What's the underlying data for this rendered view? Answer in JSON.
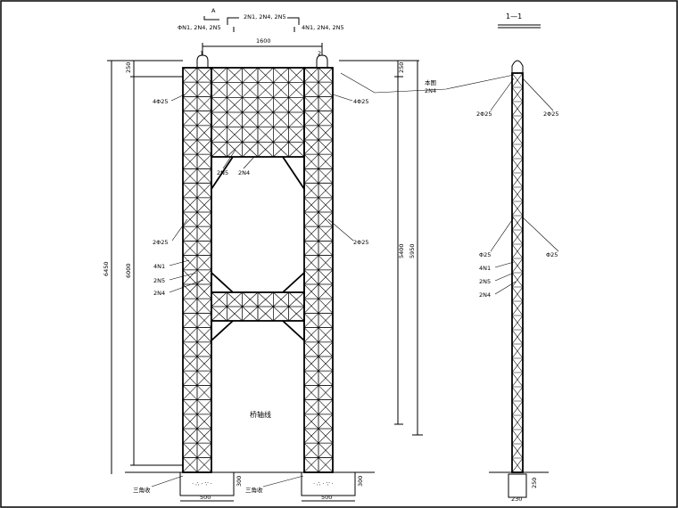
{
  "labels": {
    "top_a": "A",
    "top_left_rebar": "ΦN1, 2N4, 2N5",
    "top_mid_rebar": "2N1, 2N4, 2N5",
    "top_right_rebar": "4N1, 2N4, 2N5",
    "dim_top_width": "1600",
    "col_num_1": "1",
    "col_num_2": "2",
    "left_4phi25": "4Φ25",
    "right_4phi25": "4Φ25",
    "mid_2n5": "2N5",
    "mid_2n4": "2N4",
    "left_2phi25": "2Φ25",
    "right_2phi25": "2Φ25",
    "left_4n1": "4N1",
    "left_2n5": "2N5",
    "left_2n4": "2N4",
    "bridge_line": "桥轴线",
    "triangle_left": "三角收",
    "triangle_mid": "三角收",
    "dim_total_height": "6450",
    "dim_inner_height": "6000",
    "dim_top_seg_left": "250",
    "dim_top_seg_right": "250",
    "dim_right_5400": "5400",
    "dim_right_5950": "5950",
    "dim_footing_w_left": "500",
    "dim_footing_w_right": "500",
    "dim_footing_h_left": "300",
    "dim_footing_h_right": "300",
    "section_title": "1—1",
    "sec_ann_top_1": "本图",
    "sec_ann_top_2": "2N4",
    "sec_2phi25_left": "2Φ25",
    "sec_2phi25_right": "2Φ25",
    "sec_phi25_left": "Φ25",
    "sec_phi25_right": "Φ25",
    "sec_4n1": "4N1",
    "sec_2n5": "2N5",
    "sec_2n4": "2N4",
    "sec_footing_w": "230",
    "sec_footing_h": "250"
  }
}
